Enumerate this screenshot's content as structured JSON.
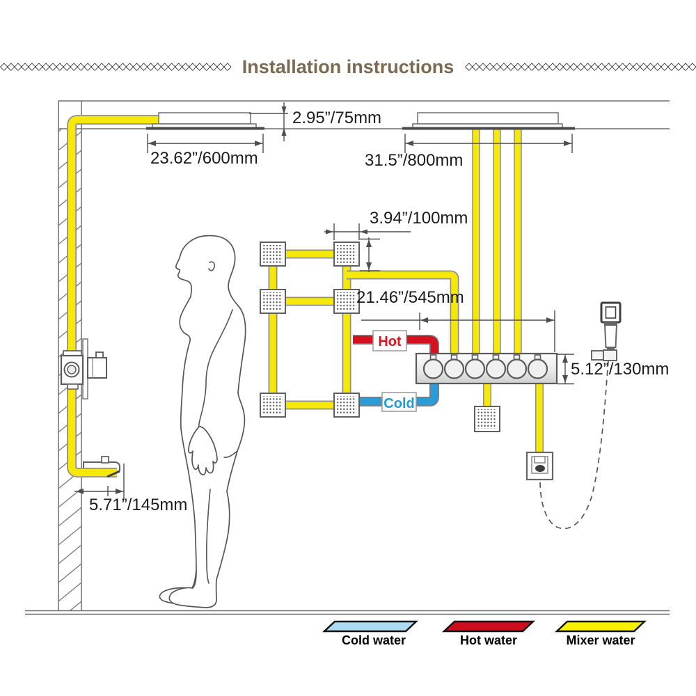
{
  "title_bar": {
    "title": "Installation instructions",
    "left_border_pattern": "◇◇◇◇◇◇◇◇◇◇◇◇◇◇◇◇◇◇◇◇◇◇◇◇◇◇◇◇◇◇◇◇◇◇◇◇◇◇◇◇◇◇◇◇",
    "right_border_pattern": "◇◇◇◇◇◇◇◇◇◇◇◇◇◇◇◇◇◇◇◇◇◇◇◇◇◇◇◇◇◇◇◇◇◇◇◇◇◇◇◇◇◇◇◇"
  },
  "dimensions": {
    "ceiling_recess_height": "2.95”/75mm",
    "left_shower_head_width": "23.62”/600mm",
    "right_shower_head_width": "31.5”/800mm",
    "body_jet_size": "3.94”/100mm",
    "valve_width": "21.46”/545mm",
    "valve_height": "5.12”/130mm",
    "spout_reach": "5.71”/145mm"
  },
  "pipe_labels": {
    "hot": "Hot",
    "cold": "Cold"
  },
  "legend": {
    "items": [
      {
        "label": "Cold water",
        "color": "#ABDCF4"
      },
      {
        "label": "Hot water",
        "color": "#CE0E1C"
      },
      {
        "label": "Mixer water",
        "color": "#F9F000"
      }
    ]
  },
  "colors": {
    "mixer_pipe": "#F6E80B",
    "hot_pipe": "#D6101E",
    "cold_pipe": "#2B9CD8",
    "legend_cold": "#ABDCF4",
    "legend_hot": "#CE0E1C",
    "legend_mixer": "#F9F000",
    "title_text": "#7C6A50",
    "hot_text": "#E3111E",
    "cold_text": "#1D9BD8",
    "line": "#6E6E6E",
    "dim_line": "#4D4D4D"
  }
}
